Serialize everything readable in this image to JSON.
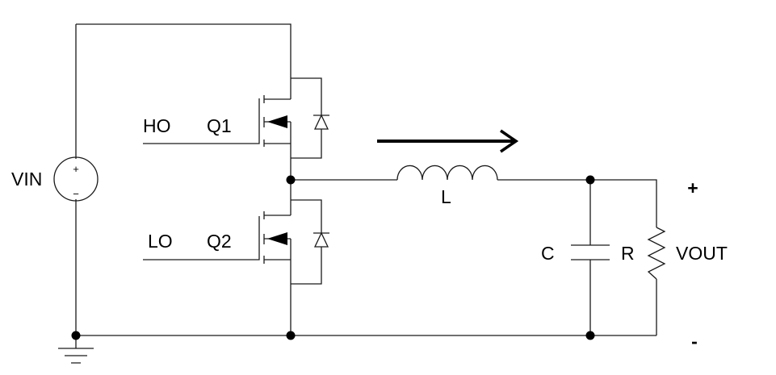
{
  "labels": {
    "vin": "VIN",
    "ho": "HO",
    "q1": "Q1",
    "lo": "LO",
    "q2": "Q2",
    "l": "L",
    "c": "C",
    "r": "R",
    "vout": "VOUT",
    "src_plus": "+",
    "src_minus": "−",
    "out_plus": "+",
    "out_minus": "-"
  },
  "colors": {
    "wire": "#1a1a1a",
    "text": "#000000"
  },
  "icons": [
    "voltage-source-icon",
    "mosfet-icon",
    "diode-icon",
    "inductor-icon",
    "capacitor-icon",
    "resistor-icon",
    "ground-icon",
    "arrow-icon"
  ]
}
